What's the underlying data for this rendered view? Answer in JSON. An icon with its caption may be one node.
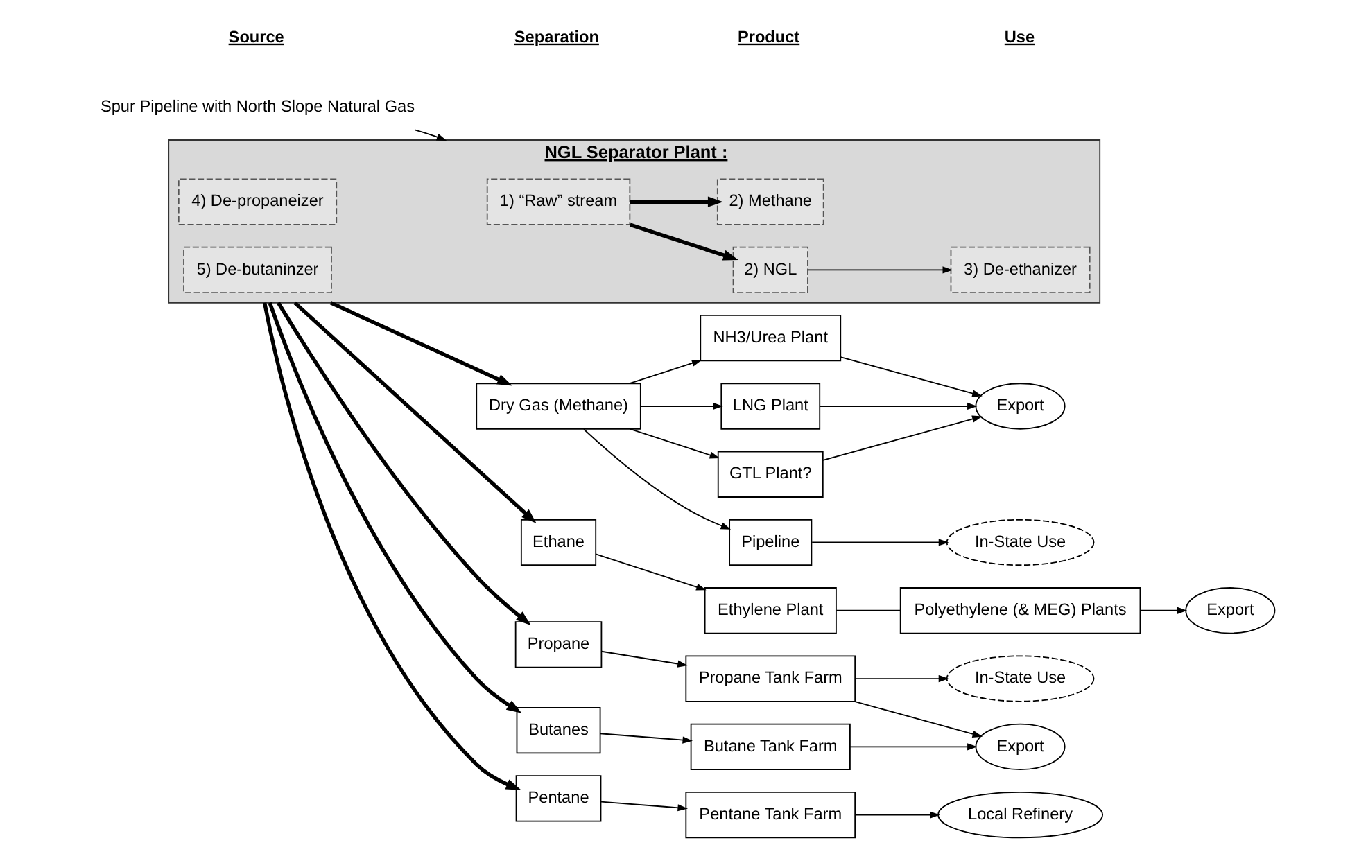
{
  "diagram": {
    "nodes": [
      {
        "text": [
          "Spur Pipeline with North Slope Natural Gas"
        ]
      },
      {
        "text": [
          "NGL Separator Plant :"
        ]
      },
      {
        "text": [
          "1) “Raw” stream"
        ],
        "in": 1
      },
      {
        "text": [
          "2) NGL"
        ],
        "in": 1
      },
      {
        "text": [
          "2) Methane"
        ],
        "in": 1
      },
      {
        "text": [
          "3) De-ethanizer"
        ],
        "in": 1
      },
      {
        "text": [
          "4) De-propaneizer"
        ],
        "in": 1
      },
      {
        "text": [
          "5) De-butaninzer"
        ],
        "in": 1
      },
      {
        "text": [
          "NH3/Urea Plant"
        ]
      },
      {
        "text": [
          "Dry Gas (Methane)"
        ]
      },
      {
        "text": [
          "LNG Plant"
        ]
      },
      {
        "text": [
          "Export"
        ]
      },
      {
        "text": [
          "GTL Plant?"
        ]
      },
      {
        "text": [
          "Pipeline"
        ]
      },
      {
        "text": [
          "In-State Use"
        ]
      },
      {
        "text": [
          "Polyethylene (& MEG) Plants"
        ]
      },
      {
        "text": [
          "Export"
        ]
      },
      {
        "text": [
          "Ethane"
        ]
      },
      {
        "text": [
          "Ethylene Plant"
        ]
      },
      {
        "text": [
          "Propane"
        ]
      },
      {
        "text": [
          "Propane Tank Farm"
        ]
      },
      {
        "text": [
          "In-State Use"
        ]
      },
      {
        "text": [
          "Butanes"
        ]
      },
      {
        "text": [
          "Butane Tank Farm"
        ]
      },
      {
        "text": [
          "Export"
        ]
      },
      {
        "text": [
          "Pentane"
        ]
      },
      {
        "text": [
          "Pentane Tank Farm"
        ]
      },
      {
        "text": [
          "Local Refinery"
        ]
      }
    ],
    "edges": [
      {
        "from": 0,
        "to": 1,
        "arrow": "to"
      },
      {
        "from": 2,
        "to": 3,
        "arrow": "to",
        "style": "thick"
      },
      {
        "from": 2,
        "to": 4,
        "arrow": "to",
        "style": "thick"
      },
      {
        "from": 3,
        "to": 5,
        "arrow": "to"
      },
      {
        "from": 1,
        "to": 9,
        "arrow": "to",
        "style": "thick"
      },
      {
        "from": 9,
        "to": 8,
        "arrow": "to"
      },
      {
        "from": 9,
        "to": 10,
        "arrow": "to"
      },
      {
        "from": 9,
        "to": 12,
        "arrow": "to"
      },
      {
        "from": 9,
        "to": 13,
        "arrow": "to"
      },
      {
        "from": 8,
        "to": 11,
        "arrow": "to"
      },
      {
        "from": 10,
        "to": 11,
        "arrow": "to"
      },
      {
        "from": 12,
        "to": 11,
        "arrow": "to"
      },
      {
        "from": 13,
        "to": 14,
        "arrow": "to"
      },
      {
        "from": 15,
        "to": 16,
        "arrow": "to"
      },
      {
        "from": 18,
        "to": 15,
        "arrow": "none"
      },
      {
        "from": 1,
        "to": 17,
        "arrow": "to",
        "style": "thick"
      },
      {
        "from": 1,
        "to": 19,
        "arrow": "to",
        "style": "thick"
      },
      {
        "from": 1,
        "to": 22,
        "arrow": "to",
        "style": "thick"
      },
      {
        "from": 1,
        "to": 25,
        "arrow": "to",
        "style": "thick"
      },
      {
        "from": 17,
        "to": 18,
        "arrow": "to"
      },
      {
        "from": 19,
        "to": 20,
        "arrow": "to"
      },
      {
        "from": 22,
        "to": 23,
        "arrow": "to"
      },
      {
        "from": 25,
        "to": 26,
        "arrow": "to"
      },
      {
        "from": 20,
        "to": 21,
        "arrow": "to"
      },
      {
        "from": 20,
        "to": 24,
        "arrow": "to"
      },
      {
        "from": 23,
        "to": 24,
        "arrow": "to"
      },
      {
        "from": 26,
        "to": 27,
        "arrow": "to"
      }
    ],
    "labels": [
      "Source",
      "Separation",
      "Product",
      "Use"
    ]
  }
}
